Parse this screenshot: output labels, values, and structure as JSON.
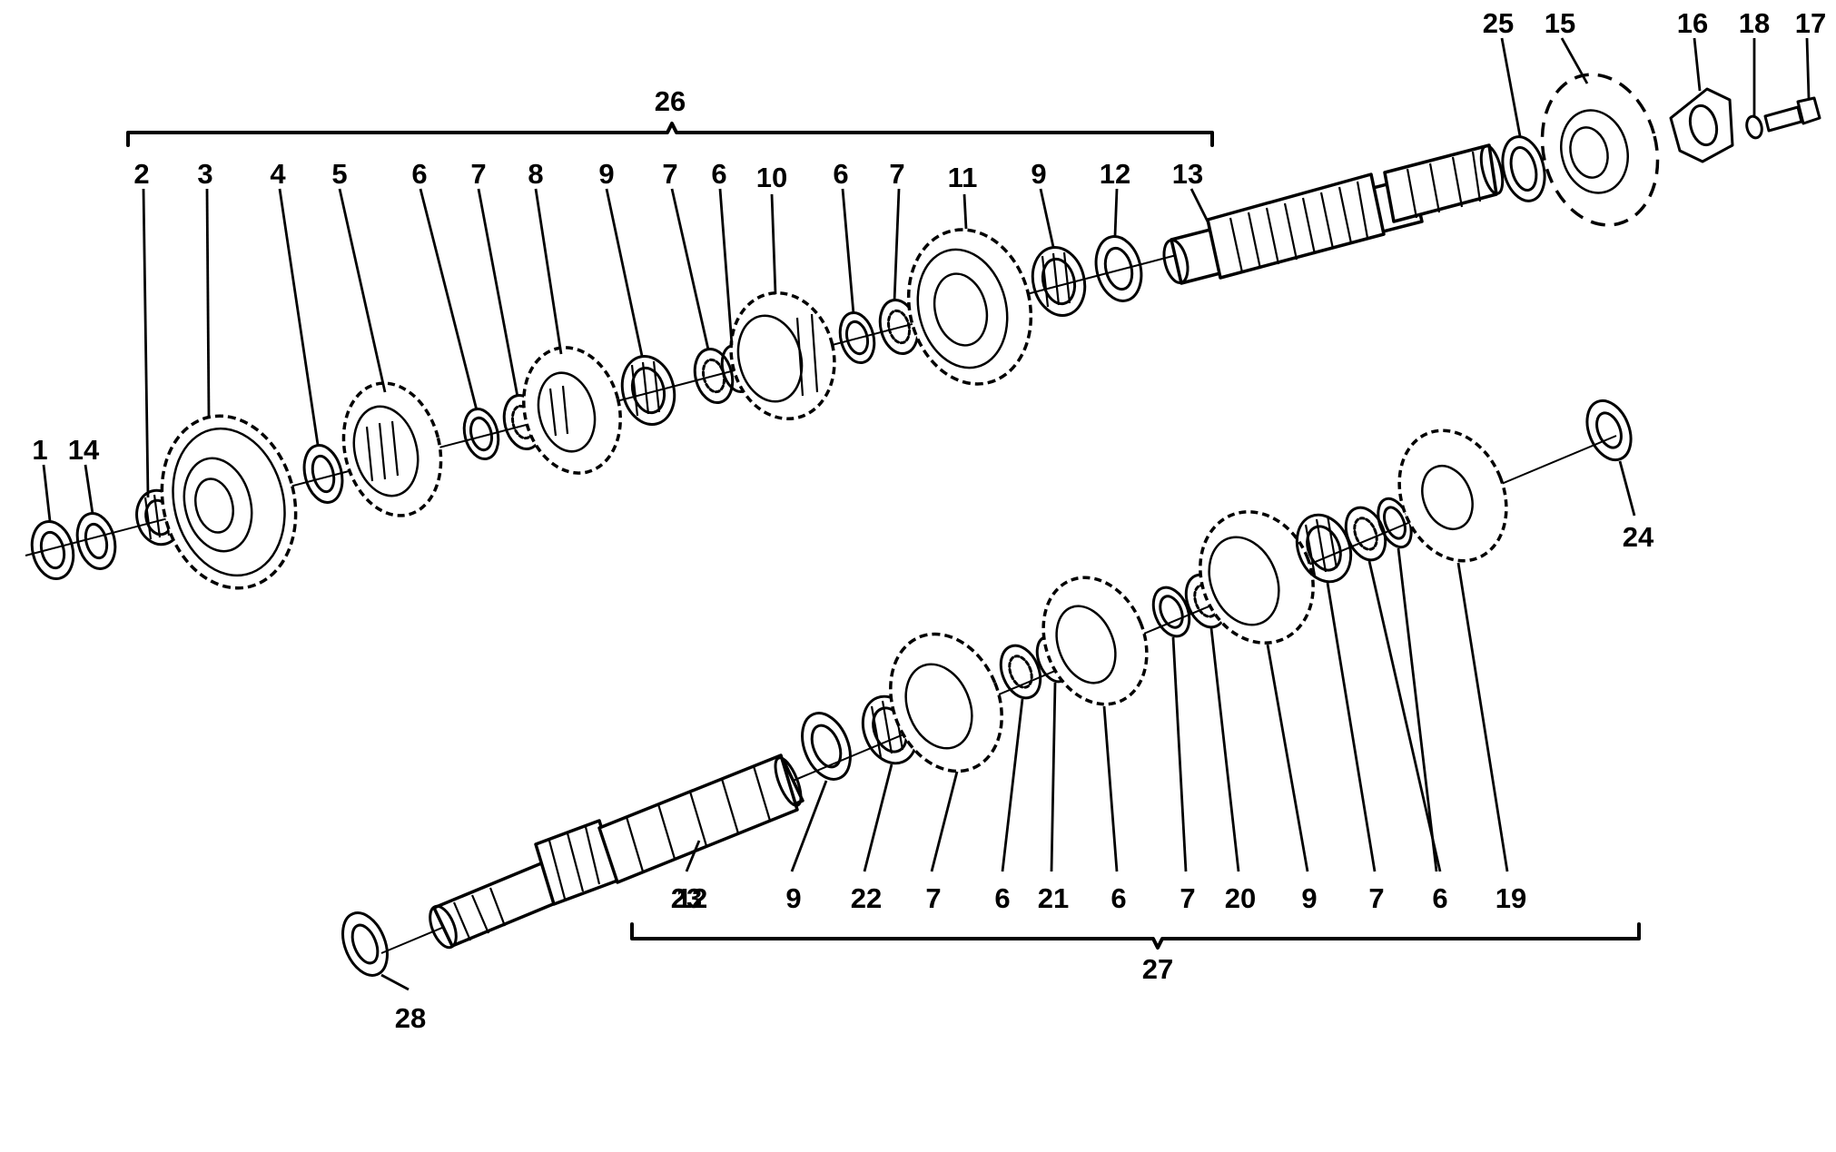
{
  "diagram": {
    "groups": [
      {
        "id": "group-26",
        "label": "26"
      },
      {
        "id": "group-27",
        "label": "27"
      }
    ],
    "callouts": [
      "1",
      "14",
      "2",
      "3",
      "4",
      "5",
      "6",
      "7",
      "8",
      "9",
      "7",
      "6",
      "10",
      "6",
      "7",
      "11",
      "9",
      "12",
      "13",
      "25",
      "15",
      "16",
      "18",
      "17",
      "24",
      "19",
      "6",
      "7",
      "9",
      "20",
      "7",
      "6",
      "21",
      "6",
      "7",
      "22",
      "9",
      "12",
      "23",
      "28"
    ]
  }
}
